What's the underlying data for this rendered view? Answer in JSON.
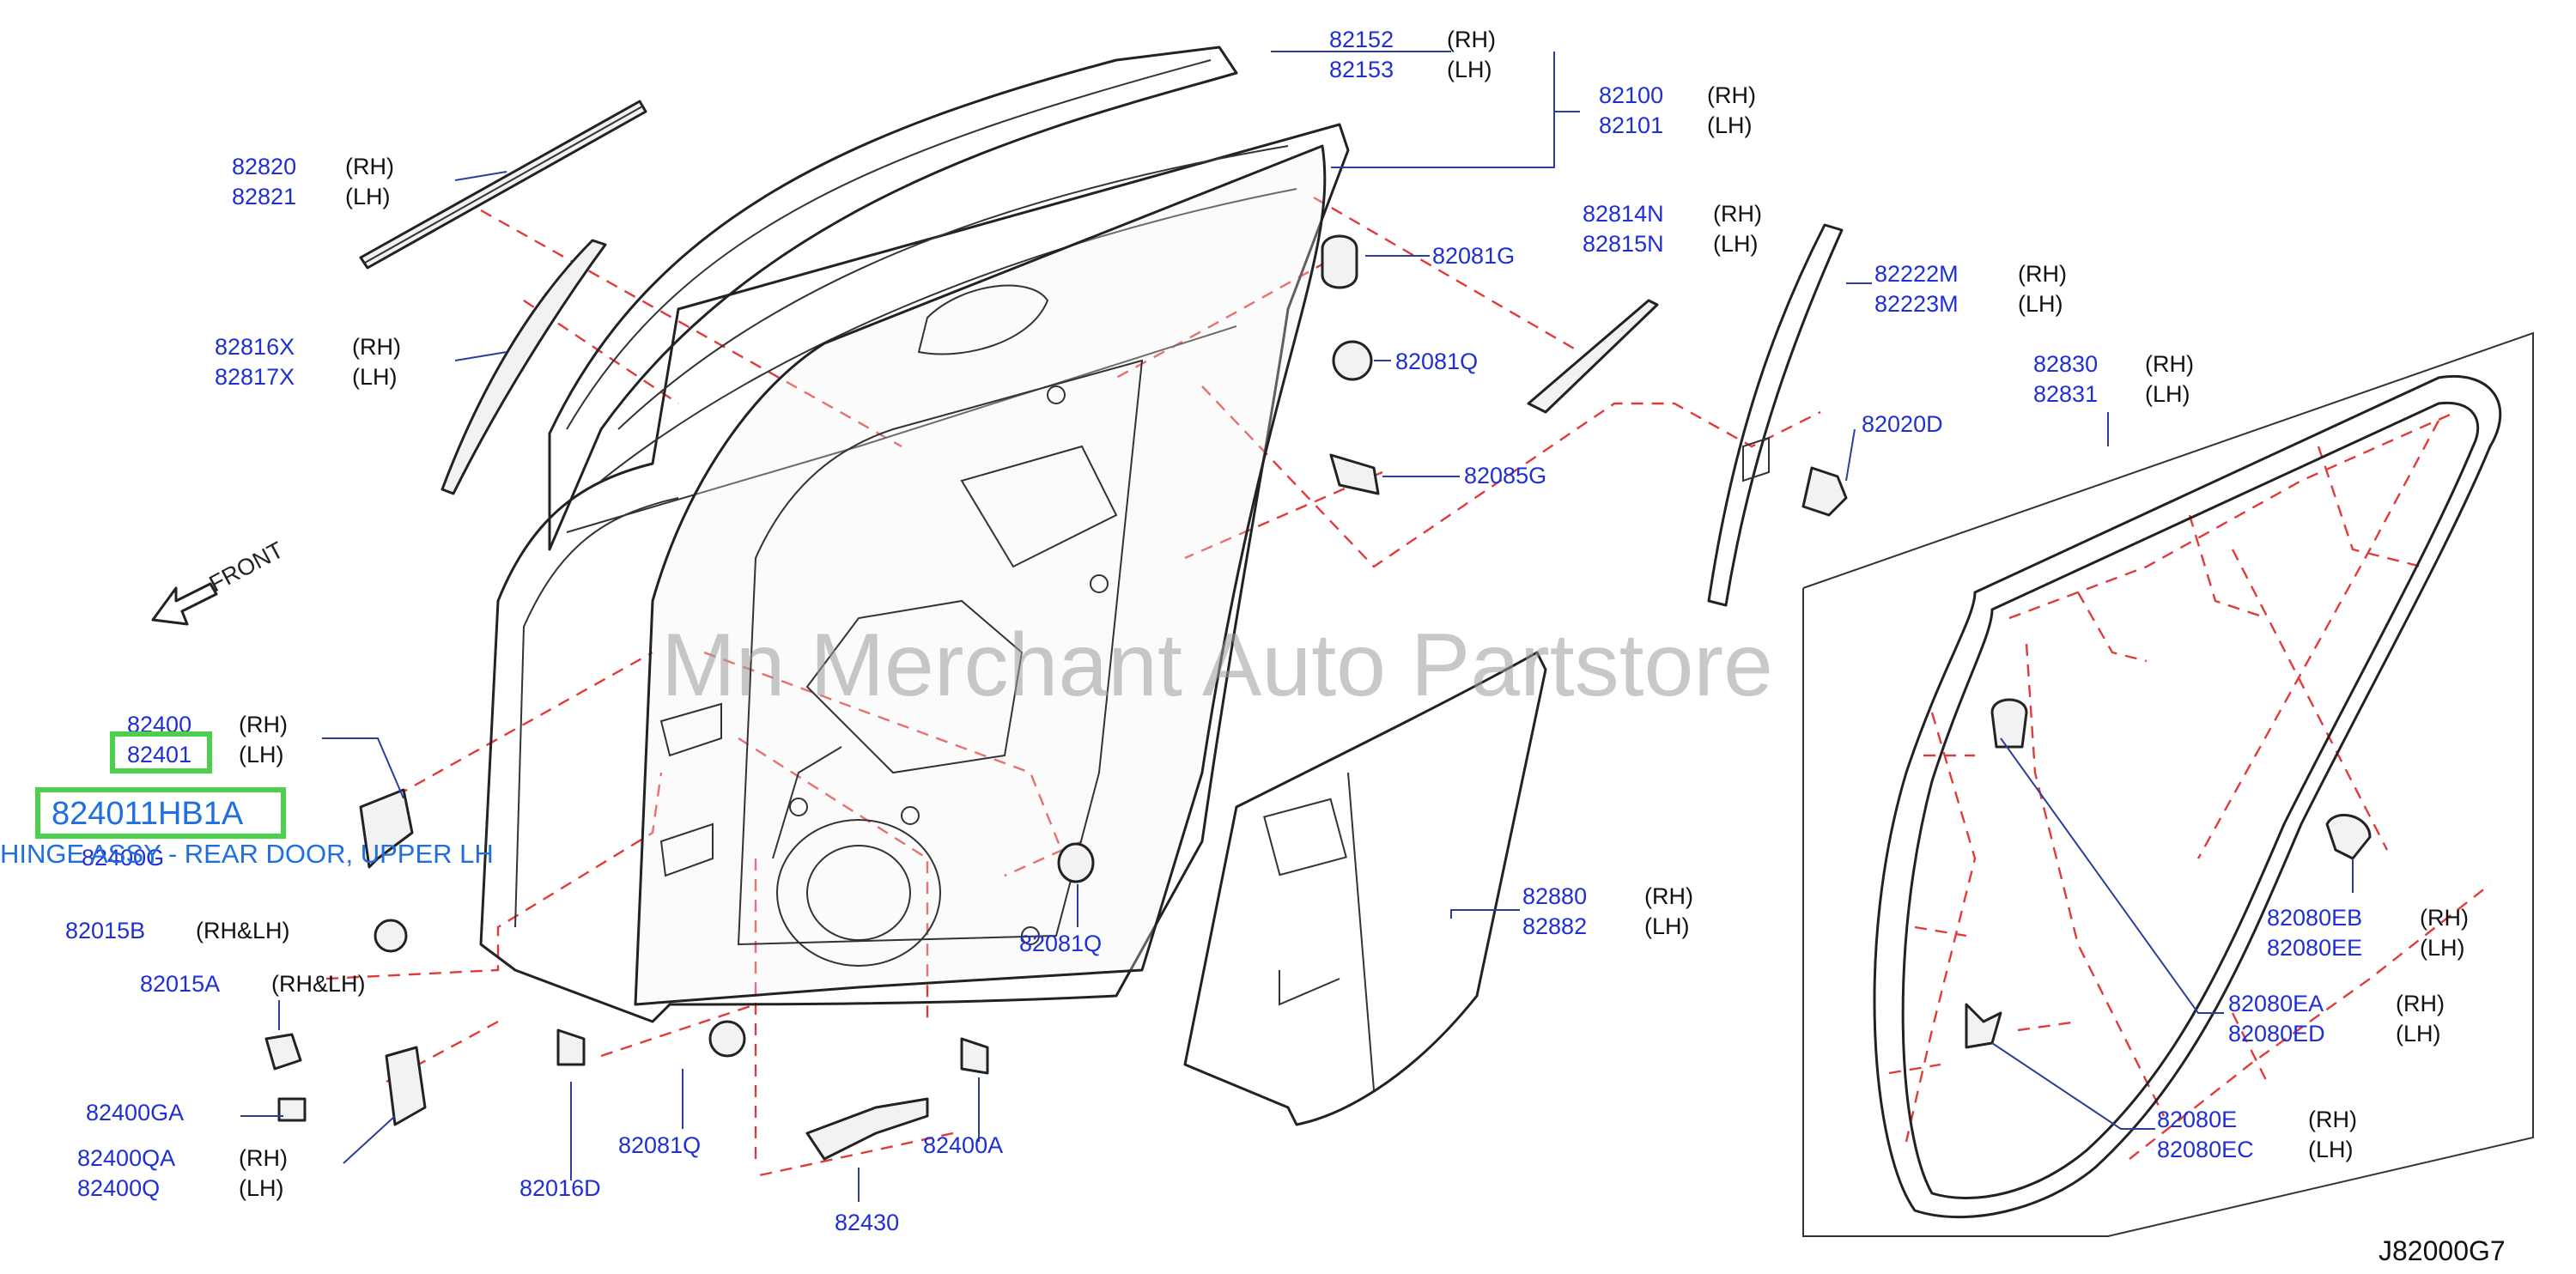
{
  "watermark": "Mn Merchant Auto Partstore",
  "diagram_code": "J82000G7",
  "front_label": "FRONT",
  "highlight": {
    "part_number": "824011HB1A",
    "part_name": "HINGE ASSY - REAR DOOR, UPPER LH"
  },
  "labels": {
    "p82152": "82152",
    "p82152_side": "(RH)",
    "p82153": "82153",
    "p82153_side": "(LH)",
    "p82100": "82100",
    "p82100_side": "(RH)",
    "p82101": "82101",
    "p82101_side": "(LH)",
    "p82820": "82820",
    "p82820_side": "(RH)",
    "p82821": "82821",
    "p82821_side": "(LH)",
    "p82081G": "82081G",
    "p82814N": "82814N",
    "p82814N_side": "(RH)",
    "p82815N": "82815N",
    "p82815N_side": "(LH)",
    "p82222M": "82222M",
    "p82222M_side": "(RH)",
    "p82223M": "82223M",
    "p82223M_side": "(LH)",
    "p82816X": "82816X",
    "p82816X_side": "(RH)",
    "p82817X": "82817X",
    "p82817X_side": "(LH)",
    "p82081Q_top": "82081Q",
    "p82830": "82830",
    "p82830_side": "(RH)",
    "p82831": "82831",
    "p82831_side": "(LH)",
    "p82020D": "82020D",
    "p82085G": "82085G",
    "p82400": "82400",
    "p82400_side": "(RH)",
    "p82401": "82401",
    "p82401_side": "(LH)",
    "p82400G": "82400G",
    "p82015B": "82015B",
    "p82015B_side": "(RH&LH)",
    "p82015A": "82015A",
    "p82015A_side": "(RH&LH)",
    "p82400GA": "82400GA",
    "p82400QA": "82400QA",
    "p82400QA_side": "(RH)",
    "p82400Q": "82400Q",
    "p82400Q_side": "(LH)",
    "p82081Q_mid": "82081Q",
    "p82880": "82880",
    "p82880_side": "(RH)",
    "p82882": "82882",
    "p82882_side": "(LH)",
    "p82080EB": "82080EB",
    "p82080EB_side": "(RH)",
    "p82080EE": "82080EE",
    "p82080EE_side": "(LH)",
    "p82080EA": "82080EA",
    "p82080EA_side": "(RH)",
    "p82080ED": "82080ED",
    "p82080ED_side": "(LH)",
    "p82080E": "82080E",
    "p82080E_side": "(RH)",
    "p82080EC": "82080EC",
    "p82080EC_side": "(LH)",
    "p82016D": "82016D",
    "p82081Q_bot": "82081Q",
    "p82400A": "82400A",
    "p82430": "82430"
  },
  "colors": {
    "part_number": "#1f2fd6",
    "leader": "#2b3f9a",
    "alignment_dash": "#e23a3a",
    "highlight_box": "#4cd04c",
    "highlight_text": "#1f6fe0"
  }
}
